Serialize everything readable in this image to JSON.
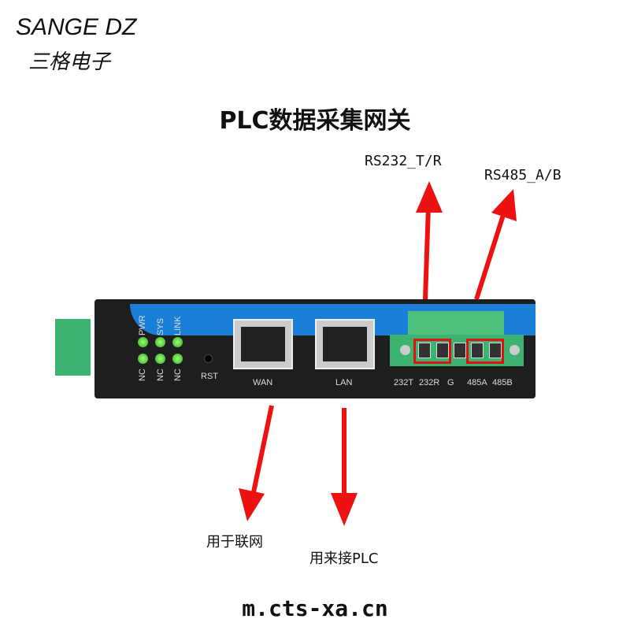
{
  "brand": {
    "name": "SANGE DZ",
    "name_cn": "三格电子"
  },
  "title": "PLC数据采集网关",
  "annotations": {
    "rs232": "RS232_T/R",
    "rs485": "RS485_A/B",
    "wan": "用于联网",
    "lan": "用来接PLC"
  },
  "device": {
    "leds_top": [
      "PWR",
      "SYS",
      "LINK"
    ],
    "leds_bottom": [
      "NC",
      "NC",
      "NC"
    ],
    "reset": "RST",
    "ports": [
      "WAN",
      "LAN"
    ],
    "terminals": [
      "232T",
      "232R",
      "G",
      "485A",
      "485B"
    ]
  },
  "url": "m.cts-xa.cn",
  "colors": {
    "arrow": "#ee1111",
    "body": "#1e1e1e",
    "band": "#1a7fd6",
    "terminal": "#3cb371"
  }
}
